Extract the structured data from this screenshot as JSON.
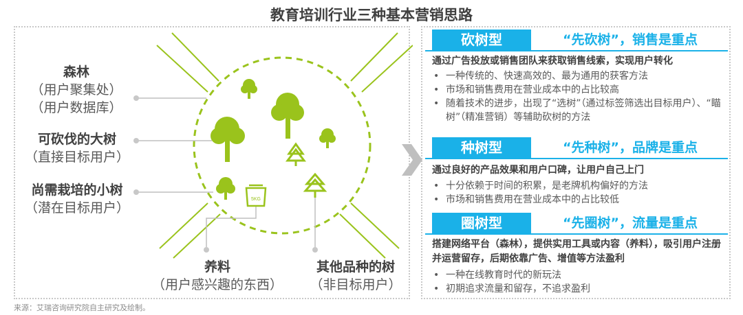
{
  "title": "教育培训行业三种基本营销思路",
  "source": "来源：艾瑞咨询研究院自主研究及绘制。",
  "colors": {
    "accent": "#1ab1e8",
    "tree": "#9ac31c",
    "text": "#595959",
    "border": "#c8c8c8"
  },
  "diagram": {
    "forest": {
      "head": "森林",
      "lines": [
        "（用户聚集处）",
        "（用户数据库）"
      ]
    },
    "big_tree": {
      "head": "可砍伐的大树",
      "lines": [
        "（直接目标用户）"
      ]
    },
    "small_tree": {
      "head": "尚需栽培的小树",
      "lines": [
        "（潜在目标用户）"
      ]
    },
    "fertilizer": {
      "head": "养料",
      "lines": [
        "（用户感兴趣的东西）"
      ],
      "bag_label": "5KG"
    },
    "other_tree": {
      "head": "其他品种的树",
      "lines": [
        "（非目标用户）"
      ]
    }
  },
  "sections": [
    {
      "tag": "砍树型",
      "slogan": "“先砍树”，销售是重点",
      "lead": "通过广告投放或销售团队来获取销售线索，实现用户转化",
      "bullets": [
        "一种传统的、快速高效的、最为通用的获客方法",
        "市场和销售费用在营业成本中的占比较高",
        "随着技术的进步，出现了“选树”（通过标签筛选出目标用户）、“瞄树”（精准营销）等辅助砍树的方法"
      ]
    },
    {
      "tag": "种树型",
      "slogan": "“先种树”，品牌是重点",
      "lead": "通过良好的产品效果和用户口碑，让用户自己上门",
      "bullets": [
        "十分依赖于时间的积累，是老牌机构偏好的方法",
        "市场和销售费用在营业成本中的占比较低"
      ]
    },
    {
      "tag": "圈树型",
      "slogan": "“先圈树”，流量是重点",
      "lead": "搭建网络平台（森林），提供实用工具或内容（养料），吸引用户注册并运营留存，后期依靠广告、增值等方法盈利",
      "bullets": [
        "一种在线教育时代的新玩法",
        "初期追求流量和留存，不追求盈利"
      ]
    }
  ]
}
